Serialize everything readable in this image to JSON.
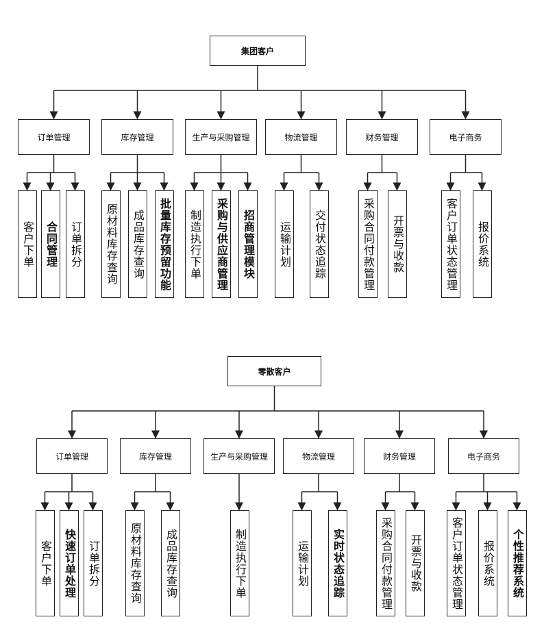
{
  "trees": [
    {
      "root": "集团客户",
      "modules": [
        {
          "label": "订单管理",
          "children": [
            {
              "label": "客户下单",
              "bold": false
            },
            {
              "label": "合同管理",
              "bold": true
            },
            {
              "label": "订单拆分",
              "bold": false
            }
          ]
        },
        {
          "label": "库存管理",
          "children": [
            {
              "label": "原材料库存查询",
              "bold": false
            },
            {
              "label": "成品库存查询",
              "bold": false
            },
            {
              "label": "批量库存预留功能",
              "bold": true
            }
          ]
        },
        {
          "label": "生产与采购管理",
          "children": [
            {
              "label": "制造执行下单",
              "bold": false
            },
            {
              "label": "采购与供应商管理",
              "bold": true
            },
            {
              "label": "招商管理模块",
              "bold": true
            }
          ]
        },
        {
          "label": "物流管理",
          "children": [
            {
              "label": "运输计划",
              "bold": false
            },
            {
              "label": "交付状态追踪",
              "bold": false
            }
          ]
        },
        {
          "label": "财务管理",
          "children": [
            {
              "label": "采购合同付款管理",
              "bold": false
            },
            {
              "label": "开票与收款",
              "bold": false
            }
          ]
        },
        {
          "label": "电子商务",
          "children": [
            {
              "label": "客户订单状态管理",
              "bold": false
            },
            {
              "label": "报价系统",
              "bold": false
            }
          ]
        }
      ]
    },
    {
      "root": "零散客户",
      "modules": [
        {
          "label": "订单管理",
          "children": [
            {
              "label": "客户下单",
              "bold": false
            },
            {
              "label": "快速订单处理",
              "bold": true
            },
            {
              "label": "订单拆分",
              "bold": false
            }
          ]
        },
        {
          "label": "库存管理",
          "children": [
            {
              "label": "原材料库存查询",
              "bold": false
            },
            {
              "label": "成品库存查询",
              "bold": false
            }
          ]
        },
        {
          "label": "生产与采购管理",
          "children": [
            {
              "label": "制造执行下单",
              "bold": false
            }
          ]
        },
        {
          "label": "物流管理",
          "children": [
            {
              "label": "运输计划",
              "bold": false
            },
            {
              "label": "实时状态追踪",
              "bold": true
            }
          ]
        },
        {
          "label": "财务管理",
          "children": [
            {
              "label": "采购合同付款管理",
              "bold": false
            },
            {
              "label": "开票与收款",
              "bold": false
            }
          ]
        },
        {
          "label": "电子商务",
          "children": [
            {
              "label": "客户订单状态管理",
              "bold": false
            },
            {
              "label": "报价系统",
              "bold": false
            },
            {
              "label": "个性推荐系统",
              "bold": true
            }
          ]
        }
      ]
    }
  ]
}
